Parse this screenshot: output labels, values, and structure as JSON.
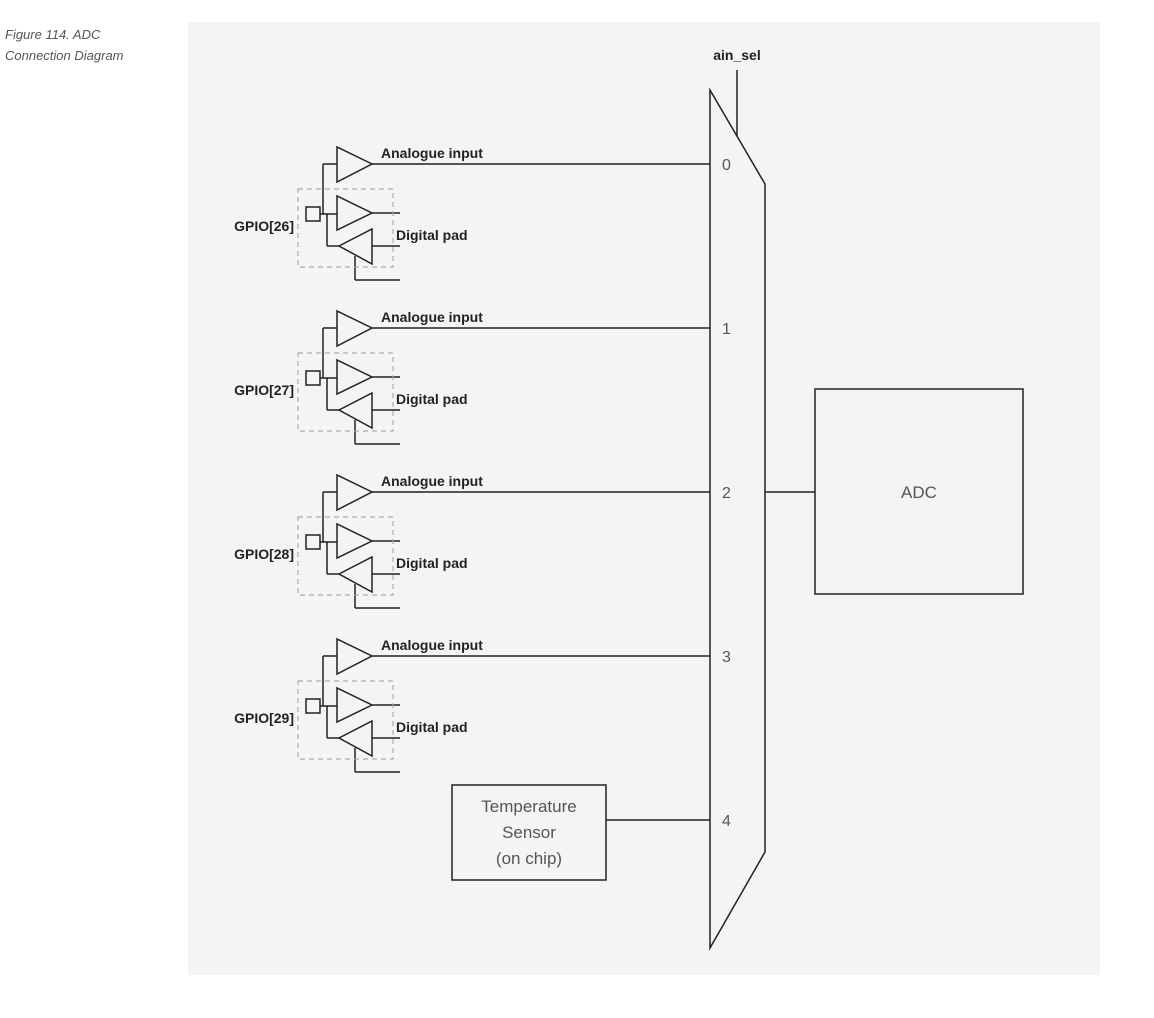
{
  "caption": {
    "line1": "Figure 114. ADC",
    "line2": "Connection Diagram"
  },
  "diagram": {
    "select_label": "ain_sel",
    "channels": [
      {
        "gpio": "GPIO[26]",
        "analogue_label": "Analogue input",
        "digital_label": "Digital pad",
        "mux_input": "0"
      },
      {
        "gpio": "GPIO[27]",
        "analogue_label": "Analogue input",
        "digital_label": "Digital pad",
        "mux_input": "1"
      },
      {
        "gpio": "GPIO[28]",
        "analogue_label": "Analogue input",
        "digital_label": "Digital pad",
        "mux_input": "2"
      },
      {
        "gpio": "GPIO[29]",
        "analogue_label": "Analogue input",
        "digital_label": "Digital pad",
        "mux_input": "3"
      }
    ],
    "temp_sensor": {
      "line1": "Temperature",
      "line2": "Sensor",
      "line3": "(on chip)",
      "mux_input": "4"
    },
    "adc_label": "ADC"
  }
}
